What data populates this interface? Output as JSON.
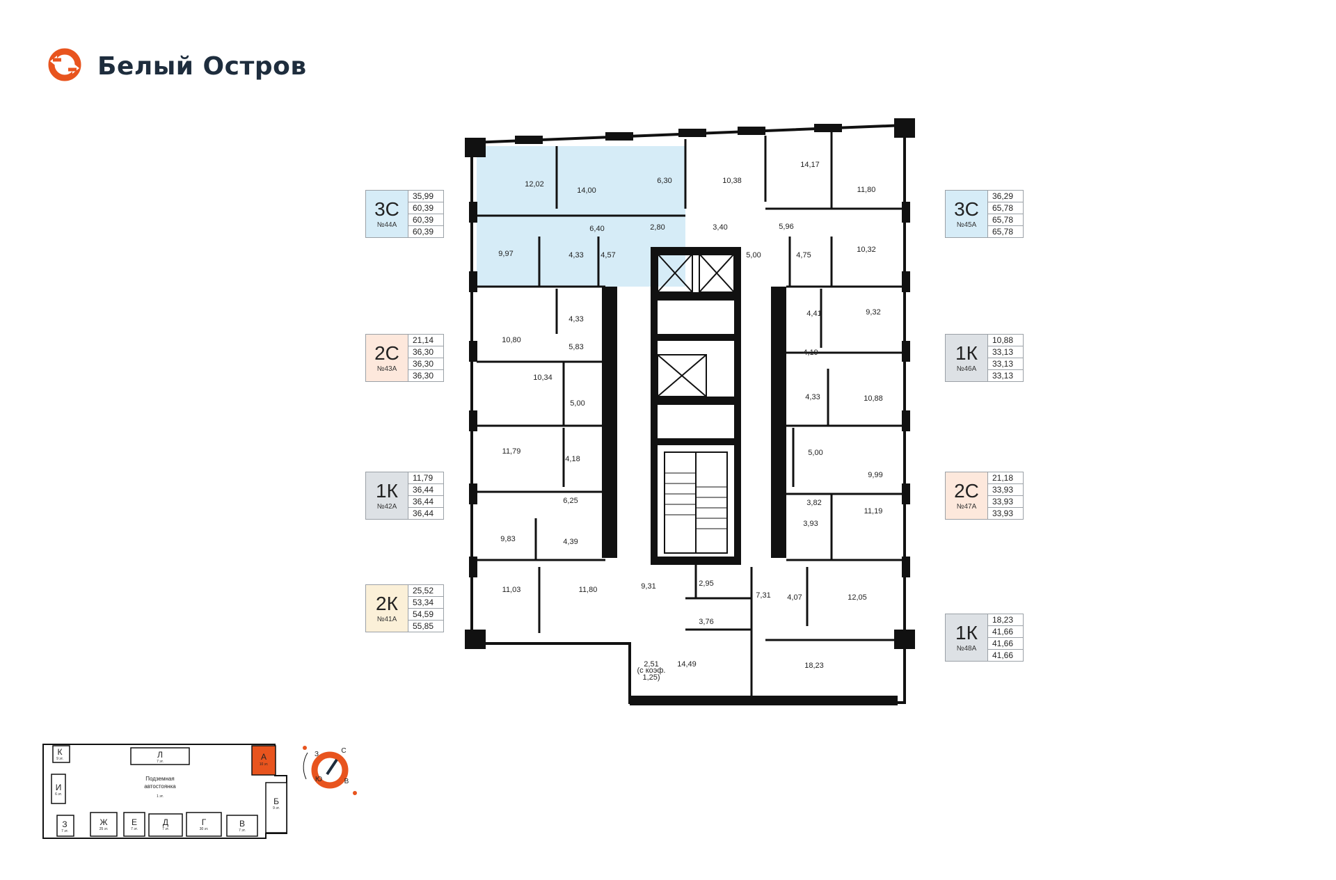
{
  "brand": {
    "title": "Белый Остров",
    "logo_icon": "ring-logo-icon",
    "accent": "#e8541e",
    "navy": "#1e2d3d"
  },
  "apartments": [
    {
      "type": "3С",
      "number": "№44А",
      "values": [
        "35,99",
        "60,39",
        "60,39",
        "60,39"
      ],
      "color": "#d6ecf7"
    },
    {
      "type": "2С",
      "number": "№43А",
      "values": [
        "21,14",
        "36,30",
        "36,30",
        "36,30"
      ],
      "color": "#fde8dc"
    },
    {
      "type": "1К",
      "number": "№42А",
      "values": [
        "11,79",
        "36,44",
        "36,44",
        "36,44"
      ],
      "color": "#dde1e5"
    },
    {
      "type": "2К",
      "number": "№41А",
      "values": [
        "25,52",
        "53,34",
        "54,59",
        "55,85"
      ],
      "color": "#fbf0d8"
    },
    {
      "type": "3С",
      "number": "№45А",
      "values": [
        "36,29",
        "65,78",
        "65,78",
        "65,78"
      ],
      "color": "#d6ecf7"
    },
    {
      "type": "1К",
      "number": "№46А",
      "values": [
        "10,88",
        "33,13",
        "33,13",
        "33,13"
      ],
      "color": "#dde1e5"
    },
    {
      "type": "2С",
      "number": "№47А",
      "values": [
        "21,18",
        "33,93",
        "33,93",
        "33,93"
      ],
      "color": "#fde8dc"
    },
    {
      "type": "1К",
      "number": "№48А",
      "values": [
        "18,23",
        "41,66",
        "41,66",
        "41,66"
      ],
      "color": "#dde1e5"
    }
  ],
  "rooms": [
    "12,02",
    "14,00",
    "6,30",
    "10,38",
    "14,17",
    "11,80",
    "6,40",
    "2,80",
    "3,40",
    "5,96",
    "9,97",
    "4,33",
    "4,57",
    "5,00",
    "4,75",
    "10,32",
    "4,33",
    "9,32",
    "4,41",
    "10,80",
    "5,83",
    "4,19",
    "10,34",
    "5,00",
    "4,33",
    "10,88",
    "11,79",
    "4,18",
    "5,00",
    "9,99",
    "6,25",
    "3,82",
    "11,19",
    "9,83",
    "4,39",
    "3,93",
    "11,03",
    "11,80",
    "9,31",
    "2,95",
    "7,31",
    "4,07",
    "12,05",
    "3,76",
    "2,51",
    "14,49",
    "18,23"
  ],
  "balcony_note": [
    "(с коэф.",
    "1,25)"
  ],
  "keymap": {
    "sections": {
      "k": "К",
      "l": "Л",
      "a": "А",
      "i": "И",
      "b": "Б",
      "z": "З",
      "zh": "Ж",
      "e": "Е",
      "d": "Д",
      "g": "Г",
      "v": "В"
    },
    "floors": {
      "k": "9 эт.",
      "l": "7 эт.",
      "a": "10 эт.",
      "i": "6 эт.",
      "b": "9 эт.",
      "z": "7 эт.",
      "zh": "25 эт.",
      "e": "7 эт.",
      "d": "7 эт.",
      "g": "30 эт.",
      "v": "7 эт."
    },
    "parking": [
      "Подземная",
      "автостоянка",
      "1 эт."
    ]
  },
  "compass": {
    "north": "С",
    "south": "Ю",
    "west": "З",
    "east": "В"
  }
}
